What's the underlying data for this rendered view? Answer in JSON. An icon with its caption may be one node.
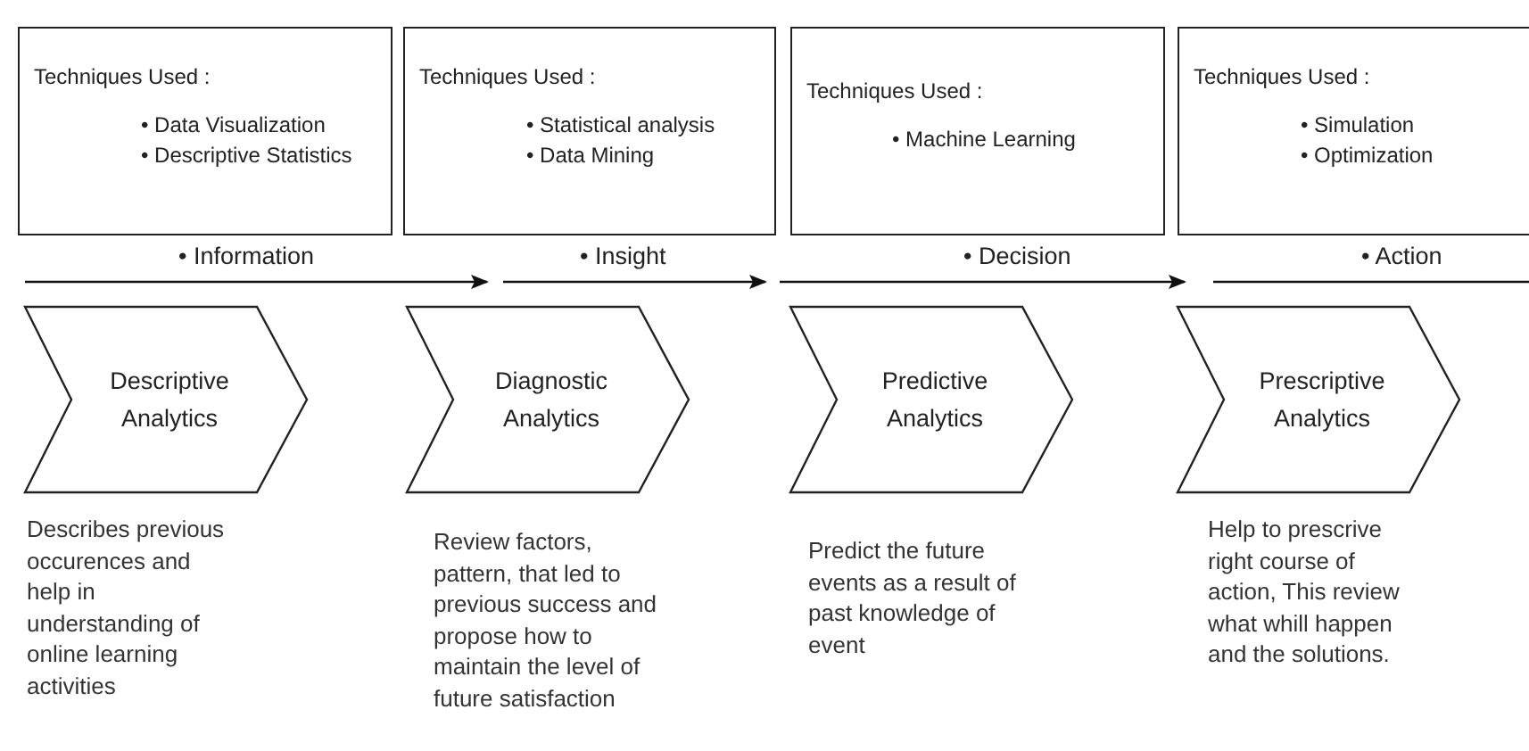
{
  "diagram": {
    "nodes": [
      {
        "text": [
          "Techniques Used :",
          "• Data Visualization",
          "• Descriptive Statistics"
        ]
      },
      {
        "text": [
          "Techniques Used :",
          "• Statistical analysis",
          "• Data Mining"
        ]
      },
      {
        "text": [
          "Techniques Used :",
          "• Machine Learning"
        ]
      },
      {
        "text": [
          "Techniques Used :",
          "• Simulation",
          "• Optimization"
        ]
      },
      {
        "text": [
          "Descriptive Analytics"
        ],
        "beside": [
          "Describes previous occurences and help in understanding of online learning activities"
        ]
      },
      {
        "text": [
          "Diagnostic Analytics"
        ],
        "beside": [
          "Review factors, pattern, that led to previous success and propose how to maintain the level of future satisfaction"
        ]
      },
      {
        "text": [
          "Predictive Analytics"
        ],
        "beside": [
          "Predict the future events as a result of past knowledge of event"
        ]
      },
      {
        "text": [
          "Prescriptive Analytics"
        ],
        "beside": [
          "Help to prescrive right course of action, This review what whill happen and the solutions."
        ]
      }
    ],
    "labels": [
      "• Information",
      "• Insight",
      "• Decision",
      "• Action"
    ]
  }
}
